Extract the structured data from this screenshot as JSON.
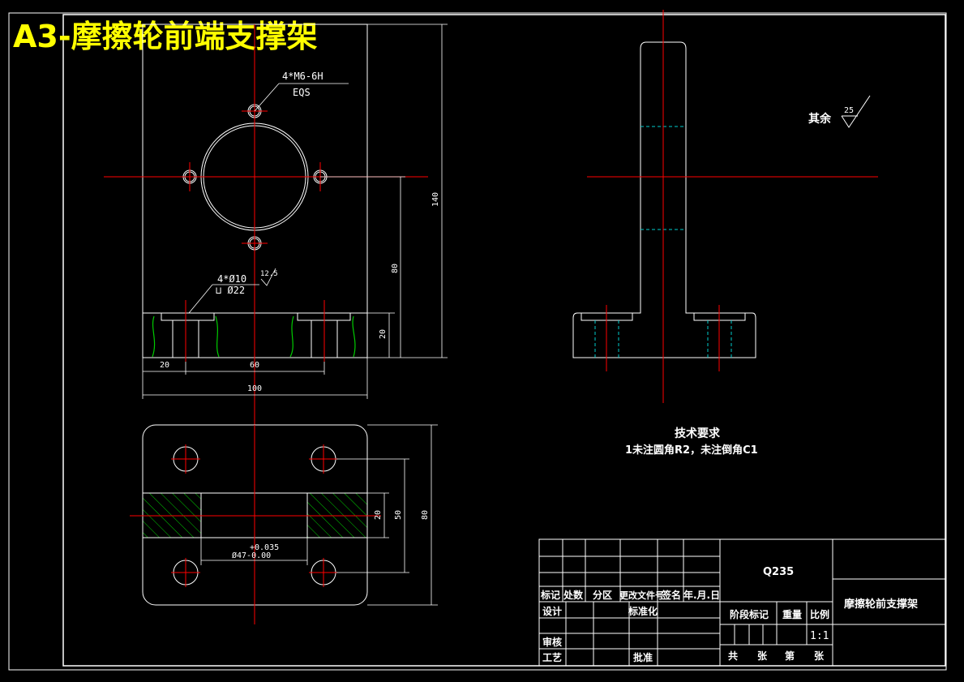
{
  "drawing_title": "A3-摩擦轮前端支撑架",
  "colors": {
    "background": "#000000",
    "outline": "#ffffff",
    "centerline": "#ff0000",
    "hidden": "#00ffff",
    "break_line": "#00cc00",
    "hatch": "#00cc00",
    "title": "#ffff00"
  },
  "top_view": {
    "thread_note": "4*M6-6H",
    "thread_note_2": "EQS",
    "hole_note": "4*Ø10",
    "counterbore_note": "⊔ Ø22",
    "roughness_value": "12.5",
    "dims": {
      "d20_left": "20",
      "d60": "60",
      "d100": "100",
      "d140": "140",
      "d80": "80",
      "d20_base": "20"
    }
  },
  "plan_view": {
    "dims": {
      "d20": "20",
      "d50": "50",
      "d80": "80",
      "tol_upper": "+0.035",
      "bore": "Ø47-0.00"
    }
  },
  "side_view": {
    "roughness_label": "其余",
    "roughness_value": "25"
  },
  "tech_req": {
    "heading": "技术要求",
    "line1": "1未注圆角R2，未注倒角C1"
  },
  "title_block": {
    "material": "Q235",
    "part_name": "摩擦轮前支撑架",
    "h_mark": "标记",
    "h_count": "处数",
    "h_zone": "分区",
    "h_docno": "更改文件号",
    "h_sign": "签名",
    "h_date": "年.月.日",
    "design": "设计",
    "standard": "标准化",
    "stage": "阶段标记",
    "weight": "重量",
    "scale_label": "比例",
    "scale": "1:1",
    "review": "审核",
    "process": "工艺",
    "approve": "批准",
    "total": "共",
    "sheet_unit": "张",
    "page": "第",
    "page_unit": "张"
  }
}
